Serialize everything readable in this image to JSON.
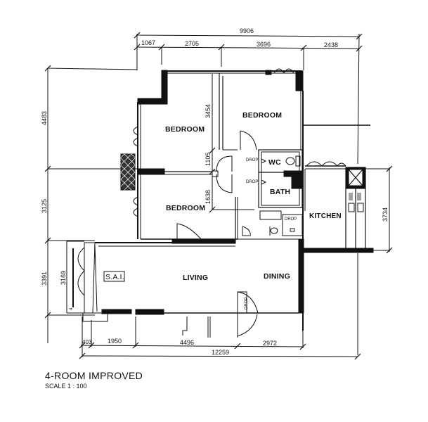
{
  "title_block": {
    "title": "4-ROOM IMPROVED",
    "scale": "SCALE 1 : 100"
  },
  "rooms": {
    "bedroom_1": "BEDROOM",
    "bedroom_2": "BEDROOM",
    "bedroom_3": "BEDROOM",
    "wc": "WC",
    "bath": "BATH",
    "kitchen": "KITCHEN",
    "living": "LIVING",
    "dining": "DINING",
    "sai": "S.A.I."
  },
  "annotations": {
    "drop_wc": "DROP",
    "drop_bath": "DROP",
    "drop_kitchen": "DROP",
    "drop_entrance": "DROP"
  },
  "dimensions": {
    "top_overall": "9906",
    "top_segments": [
      "1067",
      "2705",
      "3696",
      "2438"
    ],
    "left_segments": [
      "4483",
      "3125",
      "3391"
    ],
    "left_inner": "3169",
    "left_inner_small": "4",
    "interior": [
      "3454",
      "1105",
      "1638"
    ],
    "kitchen_right": "3734",
    "bottom_segments": [
      "403",
      "1950",
      "4496",
      "2972"
    ],
    "bottom_overall": "12259"
  }
}
